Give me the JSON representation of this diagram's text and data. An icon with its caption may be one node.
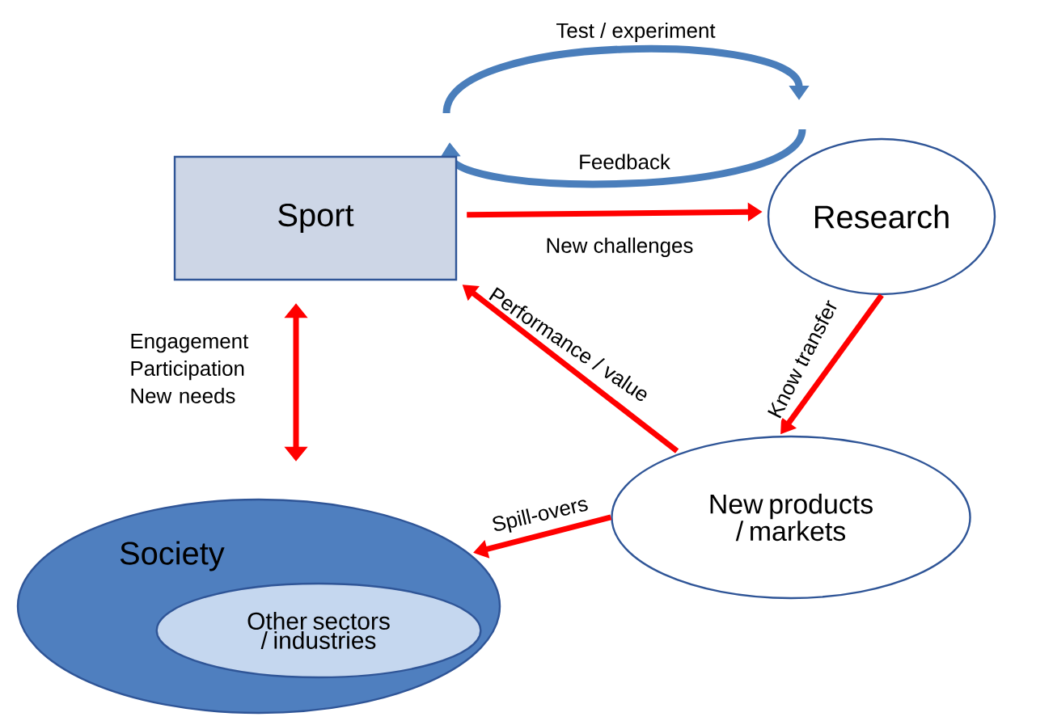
{
  "diagram": {
    "nodes": [
      {
        "text": [
          "Sport"
        ]
      },
      {
        "text": [
          "Research"
        ]
      },
      {
        "text": [
          "New products / markets"
        ]
      },
      {
        "text": [
          "Society"
        ]
      },
      {
        "text": [
          "Other sectors / industries"
        ],
        "in": 3
      }
    ],
    "edges": [
      {
        "from": 0,
        "to": 1,
        "arrow": "to",
        "label": "New challenges"
      },
      {
        "from": 1,
        "to": 2,
        "arrow": "to",
        "label": "Know transfer"
      },
      {
        "from": 2,
        "to": 0,
        "arrow": "to",
        "label": "Performance / value"
      },
      {
        "from": 2,
        "to": 3,
        "arrow": "to",
        "label": "Spill-overs"
      },
      {
        "from": 0,
        "to": 3,
        "arrow": "both",
        "label": "Engagement Participation New needs"
      }
    ],
    "labels": [
      "Test / experiment",
      "Feedback"
    ]
  }
}
